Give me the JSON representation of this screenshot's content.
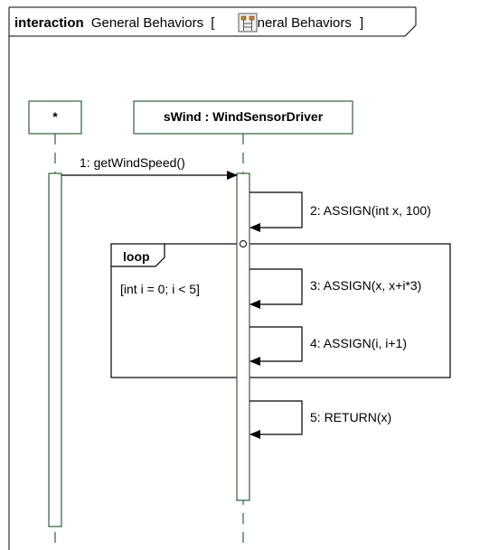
{
  "frame": {
    "keyword": "interaction",
    "name": "General Behaviors",
    "bracket_open": "[",
    "ref_name": "General Behaviors",
    "bracket_close": "]",
    "icon": "sequence-diagram-icon"
  },
  "lifelines": [
    {
      "id": "caller",
      "label": "*"
    },
    {
      "id": "wind",
      "label": "sWind : WindSensorDriver"
    }
  ],
  "messages": [
    {
      "id": "m1",
      "label": "1: getWindSpeed()"
    },
    {
      "id": "m2",
      "label": "2: ASSIGN(int x, 100)"
    },
    {
      "id": "m3",
      "label": "3: ASSIGN(x, x+i*3)"
    },
    {
      "id": "m4",
      "label": "4: ASSIGN(i, i+1)"
    },
    {
      "id": "m5",
      "label": "5: RETURN(x)"
    }
  ],
  "loop": {
    "operator": "loop",
    "guard": "[int i = 0; i < 5]"
  },
  "colors": {
    "lifeline_stroke": "#2f5f40",
    "line": "#000000",
    "background": "#ffffff"
  }
}
